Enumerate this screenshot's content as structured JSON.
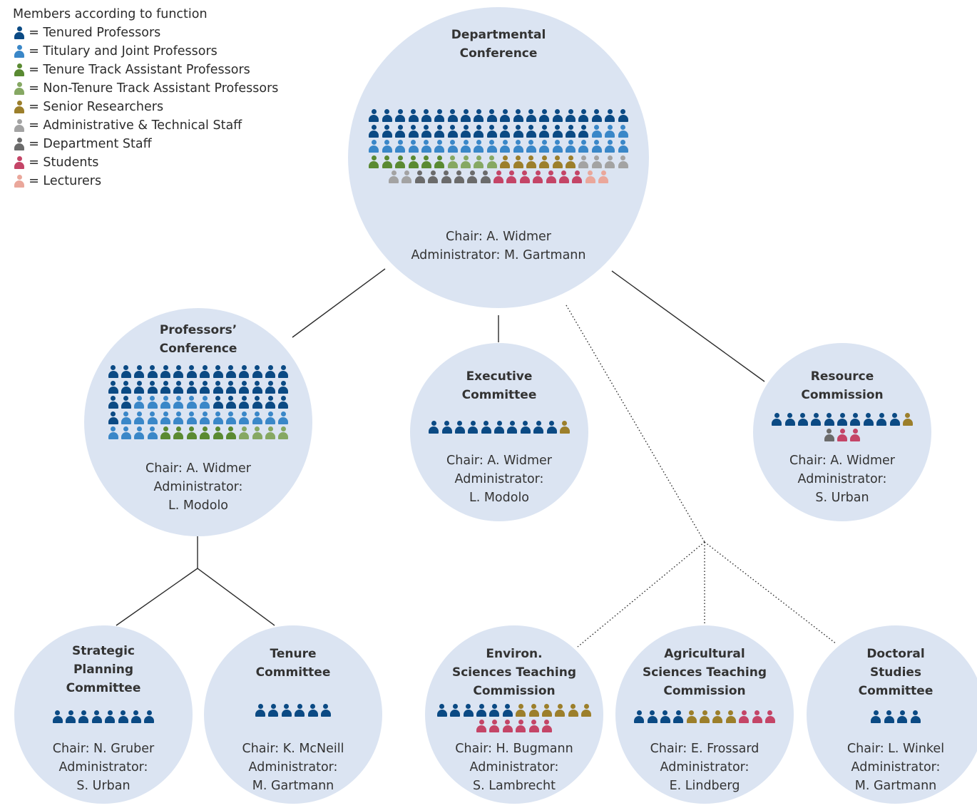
{
  "legend": {
    "title": "Members according to function",
    "items": [
      {
        "key": "tenured",
        "label": "= Tenured Professors"
      },
      {
        "key": "titulary",
        "label": "= Titulary and Joint Professors"
      },
      {
        "key": "ttap",
        "label": "= Tenure Track Assistant Professors"
      },
      {
        "key": "nttap",
        "label": "= Non-Tenure Track Assistant Professors"
      },
      {
        "key": "senior",
        "label": "= Senior Researchers"
      },
      {
        "key": "admin",
        "label": "= Administrative & Technical Staff"
      },
      {
        "key": "dept",
        "label": "= Department Staff"
      },
      {
        "key": "students",
        "label": "= Students"
      },
      {
        "key": "lecturers",
        "label": "= Lecturers"
      }
    ]
  },
  "colors": {
    "tenured": "#0b4a84",
    "titulary": "#3a87c8",
    "ttap": "#5a8a32",
    "nttap": "#86a863",
    "senior": "#9c7f2b",
    "admin": "#a3a3a3",
    "dept": "#6b6b6b",
    "students": "#c44567",
    "lecturers": "#eaa79b",
    "circle": "#dbe4f2",
    "text": "#333333",
    "line": "#2b2b2b"
  },
  "bodies": {
    "departmental": {
      "title": [
        "Departmental",
        "Conference"
      ],
      "members": [
        {
          "type": "tenured",
          "count": 37
        },
        {
          "type": "titulary",
          "count": 23
        },
        {
          "type": "ttap",
          "count": 6
        },
        {
          "type": "nttap",
          "count": 4
        },
        {
          "type": "senior",
          "count": 6
        },
        {
          "type": "admin",
          "count": 6
        },
        {
          "type": "dept",
          "count": 6
        },
        {
          "type": "students",
          "count": 7
        },
        {
          "type": "lecturers",
          "count": 2
        }
      ],
      "info": [
        "Chair: A. Widmer",
        "Administrator: M. Gartmann"
      ]
    },
    "professors": {
      "title": [
        "Professors’",
        "Conference"
      ],
      "members": [
        {
          "type": "tenured",
          "count": 30
        },
        {
          "type": "titulary",
          "count": 6
        },
        {
          "type": "tenured",
          "count": 7
        },
        {
          "type": "titulary",
          "count": 17
        },
        {
          "type": "ttap",
          "count": 6
        },
        {
          "type": "nttap",
          "count": 4
        }
      ],
      "info": [
        "Chair: A. Widmer",
        "Administrator:",
        "L. Modolo"
      ]
    },
    "executive": {
      "title": [
        "Executive",
        "Committee"
      ],
      "members": [
        {
          "type": "tenured",
          "count": 10
        },
        {
          "type": "senior",
          "count": 1
        }
      ],
      "info": [
        "Chair: A. Widmer",
        "Administrator:",
        "L. Modolo"
      ]
    },
    "resource": {
      "title": [
        "Resource",
        "Commission"
      ],
      "members": [
        {
          "type": "tenured",
          "count": 10
        },
        {
          "type": "senior",
          "count": 1
        },
        {
          "type": "dept",
          "count": 1
        },
        {
          "type": "students",
          "count": 2
        }
      ],
      "info": [
        "Chair: A. Widmer",
        "Administrator:",
        "S. Urban"
      ]
    },
    "strategic": {
      "title": [
        "Strategic",
        "Planning",
        "Committee"
      ],
      "members": [
        {
          "type": "tenured",
          "count": 8
        }
      ],
      "info": [
        "Chair: N. Gruber",
        "Administrator:",
        "S. Urban"
      ]
    },
    "tenure": {
      "title": [
        "Tenure",
        "Committee"
      ],
      "members": [
        {
          "type": "tenured",
          "count": 6
        }
      ],
      "info": [
        "Chair: K. McNeill",
        "Administrator:",
        "M. Gartmann"
      ]
    },
    "environ": {
      "title": [
        "Environ.",
        "Sciences Teaching",
        "Commission"
      ],
      "members": [
        {
          "type": "tenured",
          "count": 6
        },
        {
          "type": "senior",
          "count": 6
        },
        {
          "type": "students",
          "count": 6
        }
      ],
      "info": [
        "Chair: H. Bugmann",
        "Administrator:",
        "S. Lambrecht"
      ]
    },
    "agri": {
      "title": [
        "Agricultural",
        "Sciences Teaching",
        "Commission"
      ],
      "members": [
        {
          "type": "tenured",
          "count": 4
        },
        {
          "type": "senior",
          "count": 4
        },
        {
          "type": "students",
          "count": 3
        }
      ],
      "info": [
        "Chair: E. Frossard",
        "Administrator:",
        "E. Lindberg"
      ]
    },
    "doctoral": {
      "title": [
        "Doctoral",
        "Studies",
        "Committee"
      ],
      "members": [
        {
          "type": "tenured",
          "count": 4
        }
      ],
      "info": [
        "Chair: L. Winkel",
        "Administrator:",
        "M. Gartmann"
      ]
    }
  }
}
